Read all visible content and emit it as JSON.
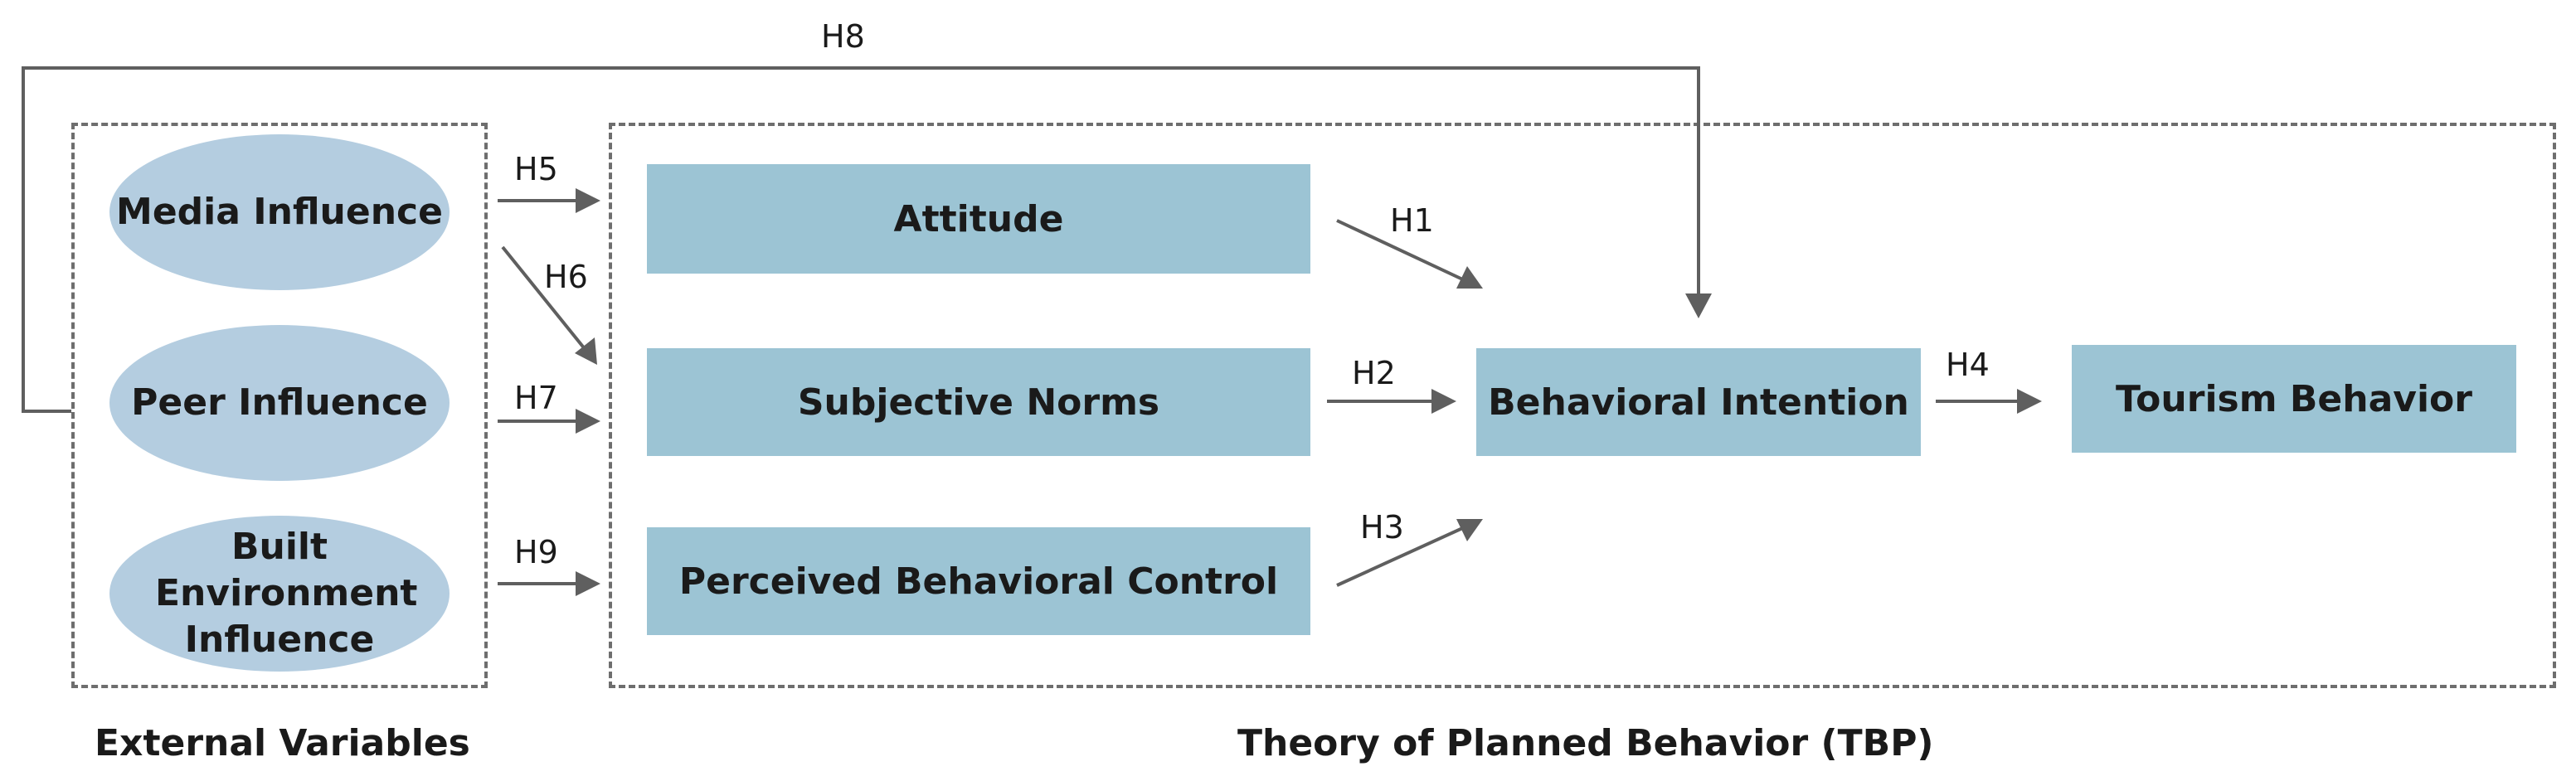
{
  "external_variables": {
    "caption": "External Variables",
    "media": "Media Influence",
    "peer": "Peer Influence",
    "built": "Built Environment Influence"
  },
  "tpb": {
    "caption": "Theory of Planned Behavior (TBP)",
    "attitude": "Attitude",
    "subjective_norms": "Subjective Norms",
    "pbc": "Perceived Behavioral Control",
    "intention": "Behavioral Intention",
    "behavior": "Tourism Behavior"
  },
  "hypotheses": {
    "h1": "H1",
    "h2": "H2",
    "h3": "H3",
    "h4": "H4",
    "h5": "H5",
    "h6": "H6",
    "h7": "H7",
    "h8": "H8",
    "h9": "H9"
  },
  "colors": {
    "ellipse": "#b4cde0",
    "box": "#9cc4d4",
    "line": "#5f5f5f",
    "dash": "#6e6e6e"
  }
}
